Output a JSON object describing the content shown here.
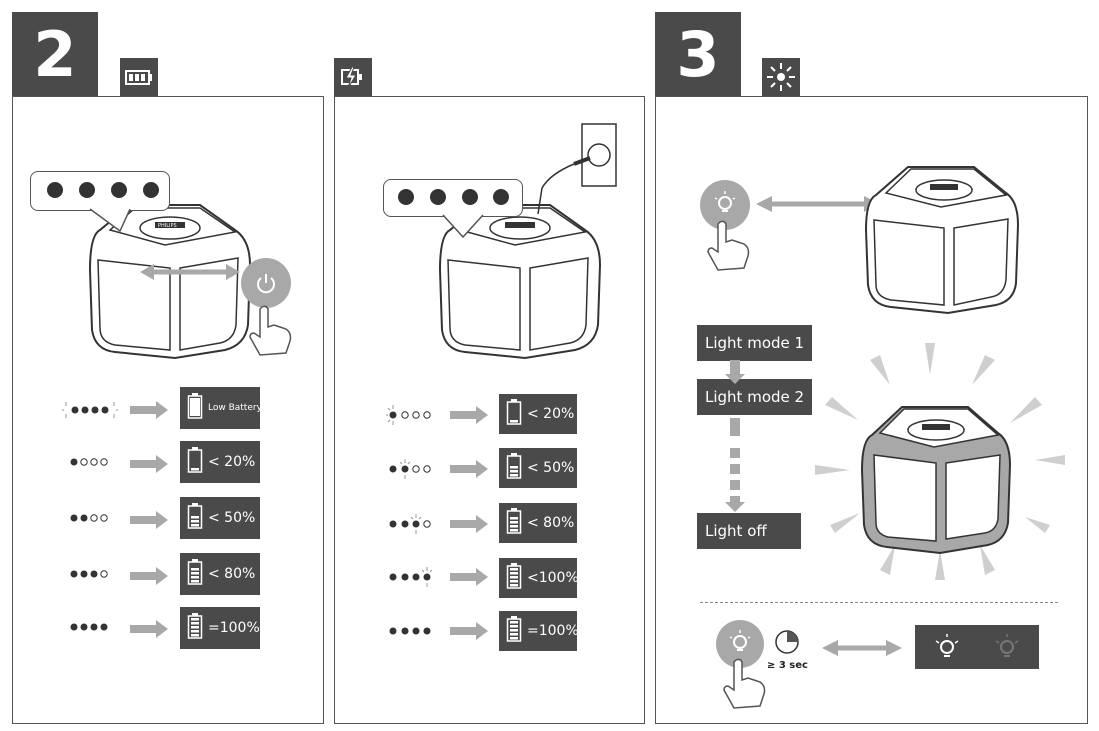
{
  "step2": {
    "number": "2",
    "battery_icon": "battery-icon",
    "charge_icon": "charging-icon",
    "battery_levels": [
      {
        "label": "Low Battery",
        "fill_fraction": 0
      },
      {
        "label": "< 20%",
        "fill_fraction": 0.2
      },
      {
        "label": "< 50%",
        "fill_fraction": 0.5
      },
      {
        "label": "< 80%",
        "fill_fraction": 0.8
      },
      {
        "label": "=100%",
        "fill_fraction": 1.0
      }
    ],
    "charging_levels": [
      {
        "label": "< 20%",
        "fill_fraction": 0.2
      },
      {
        "label": "< 50%",
        "fill_fraction": 0.5
      },
      {
        "label": "< 80%",
        "fill_fraction": 0.8
      },
      {
        "label": "<100%",
        "fill_fraction": 0.9
      },
      {
        "label": "=100%",
        "fill_fraction": 1.0
      }
    ]
  },
  "step3": {
    "number": "3",
    "light_icon": "sun-icon",
    "modes": [
      "Light mode 1",
      "Light mode 2",
      "Light off"
    ],
    "hold_time": "≥ 3 sec"
  },
  "colors": {
    "dark": "#4a4a4a",
    "gray": "#a8a8a8",
    "line": "#555555"
  },
  "brand": "PHILIPS"
}
